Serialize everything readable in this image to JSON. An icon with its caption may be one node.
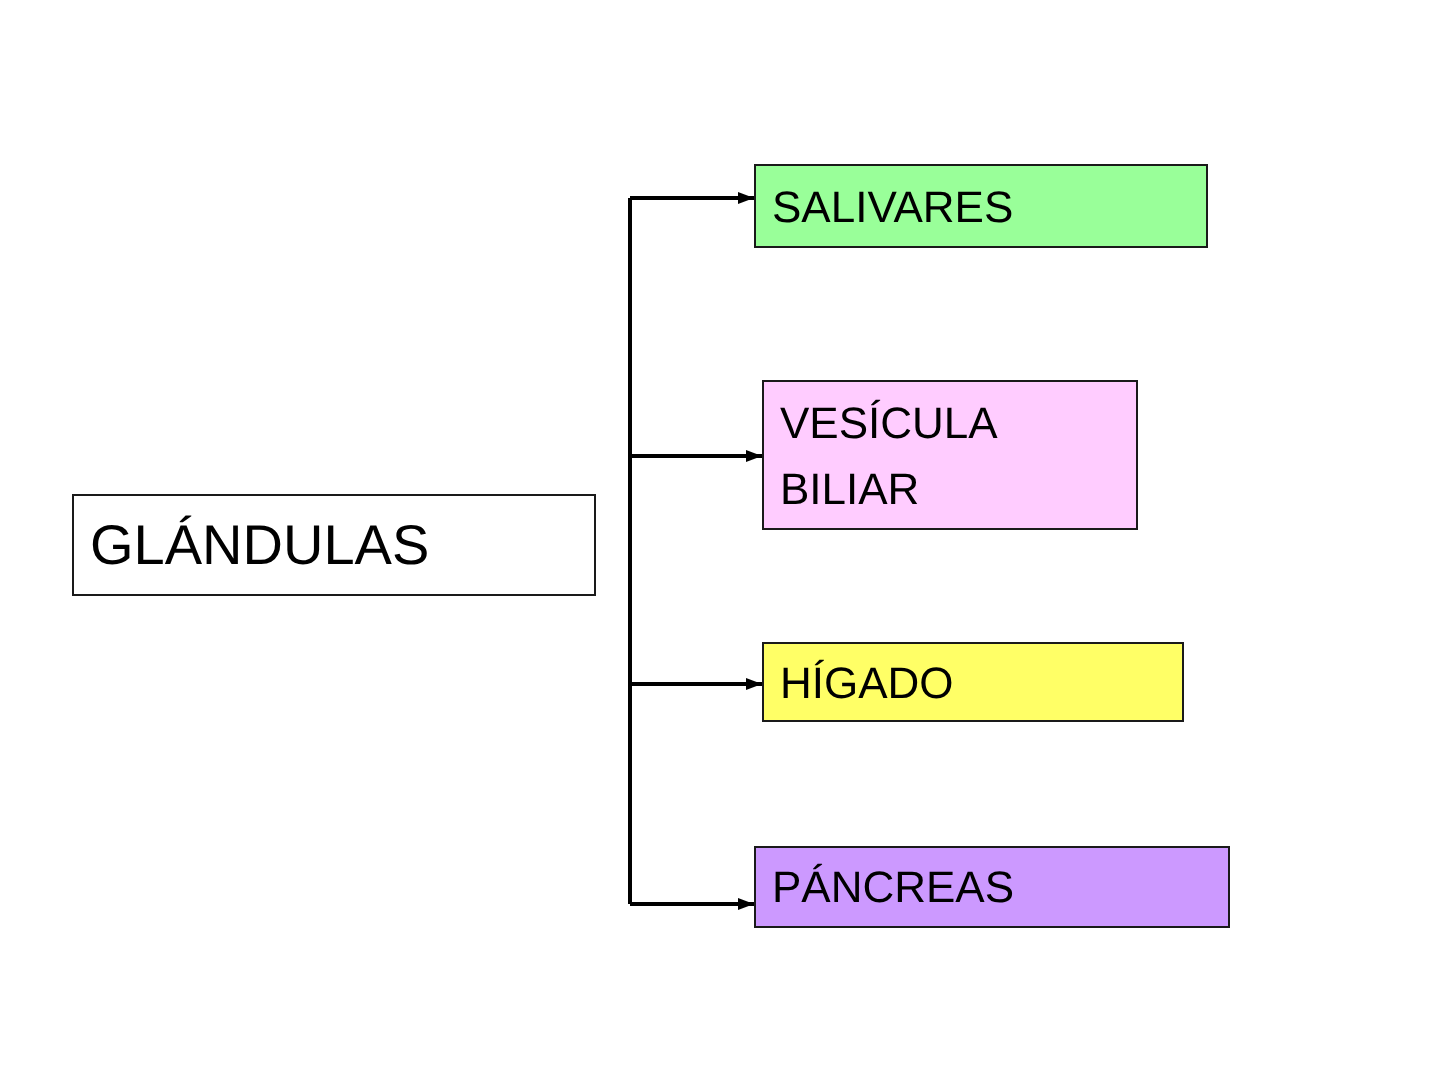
{
  "diagram": {
    "nodes": [
      {
        "text": [
          "GLÁNDULAS"
        ]
      },
      {
        "text": [
          "SALIVARES"
        ]
      },
      {
        "text": [
          "VESÍCULA BILIAR"
        ]
      },
      {
        "text": [
          "HÍGADO"
        ]
      },
      {
        "text": [
          "PÁNCREAS"
        ]
      }
    ],
    "edges": [
      {
        "from": null,
        "to": 1,
        "arrow": "to"
      },
      {
        "from": null,
        "to": 2,
        "arrow": "to"
      },
      {
        "from": null,
        "to": 3,
        "arrow": "to"
      },
      {
        "from": null,
        "to": 4,
        "arrow": "to"
      }
    ]
  }
}
